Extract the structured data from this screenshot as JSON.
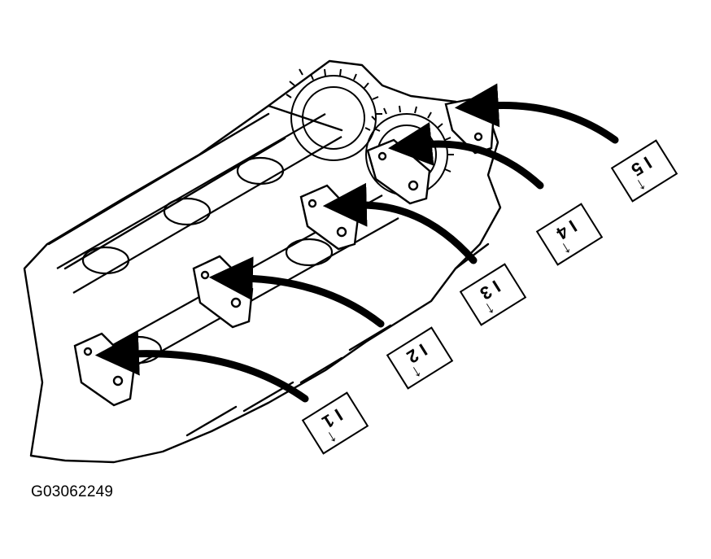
{
  "figure": {
    "id": "G03062249"
  },
  "labels": [
    {
      "text": "I 1",
      "arrow": "↓"
    },
    {
      "text": "I 2",
      "arrow": "↓"
    },
    {
      "text": "I 3",
      "arrow": "↓"
    },
    {
      "text": "I 4",
      "arrow": "↓"
    },
    {
      "text": "I 5",
      "arrow": "↓"
    }
  ],
  "colors": {
    "ink": "#000000",
    "paper": "#ffffff"
  }
}
